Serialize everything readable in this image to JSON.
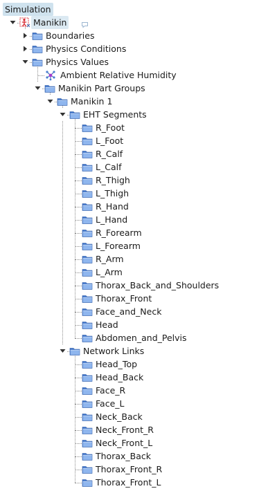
{
  "tree": {
    "root": {
      "label": "Simulation"
    },
    "nodes": [
      {
        "label": "Manikin",
        "depth": 1,
        "icon": "manikin-icon",
        "toggle": "expanded",
        "selected": true,
        "comment": true
      },
      {
        "label": "Boundaries",
        "depth": 2,
        "icon": "folder-icon",
        "toggle": "collapsed"
      },
      {
        "label": "Physics Conditions",
        "depth": 2,
        "icon": "folder-icon",
        "toggle": "collapsed"
      },
      {
        "label": "Physics Values",
        "depth": 2,
        "icon": "folder-icon",
        "toggle": "expanded"
      },
      {
        "label": "Ambient Relative Humidity",
        "depth": 3,
        "icon": "molecule-icon",
        "toggle": "none"
      },
      {
        "label": "Manikin Part Groups",
        "depth": 3,
        "icon": "folder-icon",
        "toggle": "expanded"
      },
      {
        "label": "Manikin 1",
        "depth": 4,
        "icon": "folder-icon",
        "toggle": "expanded"
      },
      {
        "label": "EHT Segments",
        "depth": 5,
        "icon": "folder-icon",
        "toggle": "expanded"
      },
      {
        "label": "R_Foot",
        "depth": 6,
        "icon": "folder-icon",
        "toggle": "none"
      },
      {
        "label": "L_Foot",
        "depth": 6,
        "icon": "folder-icon",
        "toggle": "none"
      },
      {
        "label": "R_Calf",
        "depth": 6,
        "icon": "folder-icon",
        "toggle": "none"
      },
      {
        "label": "L_Calf",
        "depth": 6,
        "icon": "folder-icon",
        "toggle": "none"
      },
      {
        "label": "R_Thigh",
        "depth": 6,
        "icon": "folder-icon",
        "toggle": "none"
      },
      {
        "label": "L_Thigh",
        "depth": 6,
        "icon": "folder-icon",
        "toggle": "none"
      },
      {
        "label": "R_Hand",
        "depth": 6,
        "icon": "folder-icon",
        "toggle": "none"
      },
      {
        "label": "L_Hand",
        "depth": 6,
        "icon": "folder-icon",
        "toggle": "none"
      },
      {
        "label": "R_Forearm",
        "depth": 6,
        "icon": "folder-icon",
        "toggle": "none"
      },
      {
        "label": "L_Forearm",
        "depth": 6,
        "icon": "folder-icon",
        "toggle": "none"
      },
      {
        "label": "R_Arm",
        "depth": 6,
        "icon": "folder-icon",
        "toggle": "none"
      },
      {
        "label": "L_Arm",
        "depth": 6,
        "icon": "folder-icon",
        "toggle": "none"
      },
      {
        "label": "Thorax_Back_and_Shoulders",
        "depth": 6,
        "icon": "folder-icon",
        "toggle": "none"
      },
      {
        "label": "Thorax_Front",
        "depth": 6,
        "icon": "folder-icon",
        "toggle": "none"
      },
      {
        "label": "Face_and_Neck",
        "depth": 6,
        "icon": "folder-icon",
        "toggle": "none"
      },
      {
        "label": "Head",
        "depth": 6,
        "icon": "folder-icon",
        "toggle": "none"
      },
      {
        "label": "Abdomen_and_Pelvis",
        "depth": 6,
        "icon": "folder-icon",
        "toggle": "none"
      },
      {
        "label": "Network Links",
        "depth": 5,
        "icon": "folder-icon",
        "toggle": "expanded"
      },
      {
        "label": "Head_Top",
        "depth": 6,
        "icon": "folder-icon",
        "toggle": "none"
      },
      {
        "label": "Head_Back",
        "depth": 6,
        "icon": "folder-icon",
        "toggle": "none"
      },
      {
        "label": "Face_R",
        "depth": 6,
        "icon": "folder-icon",
        "toggle": "none"
      },
      {
        "label": "Face_L",
        "depth": 6,
        "icon": "folder-icon",
        "toggle": "none"
      },
      {
        "label": "Neck_Back",
        "depth": 6,
        "icon": "folder-icon",
        "toggle": "none"
      },
      {
        "label": "Neck_Front_R",
        "depth": 6,
        "icon": "folder-icon",
        "toggle": "none"
      },
      {
        "label": "Neck_Front_L",
        "depth": 6,
        "icon": "folder-icon",
        "toggle": "none"
      },
      {
        "label": "Thorax_Back",
        "depth": 6,
        "icon": "folder-icon",
        "toggle": "none"
      },
      {
        "label": "Thorax_Front_R",
        "depth": 6,
        "icon": "folder-icon",
        "toggle": "none"
      },
      {
        "label": "Thorax_Front_L",
        "depth": 6,
        "icon": "folder-icon",
        "toggle": "none"
      }
    ]
  },
  "colors": {
    "root_highlight": "#cfe2ee",
    "selected_highlight": "#dbe9f2",
    "folder_blue": "#3d73c9",
    "folder_light": "#8fb6ee",
    "manikin_red": "#d6262e",
    "guide_line": "#8c8c8c"
  }
}
